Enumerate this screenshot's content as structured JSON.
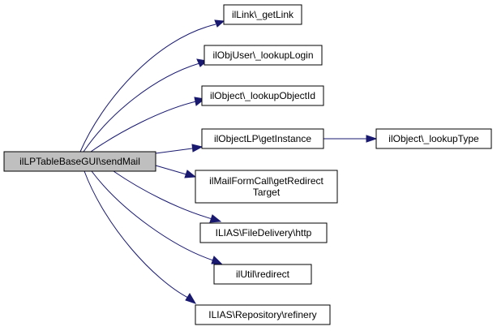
{
  "diagram": {
    "root": {
      "id": "root",
      "label": [
        "ilLPTableBaseGUI\\sendMail"
      ]
    },
    "nodes": [
      {
        "id": "getlink",
        "label": [
          "ilLink\\_getLink"
        ]
      },
      {
        "id": "lookuplogin",
        "label": [
          "ilObjUser\\_lookupLogin"
        ]
      },
      {
        "id": "lookupobjectid",
        "label": [
          "ilObject\\_lookupObjectId"
        ]
      },
      {
        "id": "getinstance",
        "label": [
          "ilObjectLP\\getInstance"
        ]
      },
      {
        "id": "lookuptype",
        "label": [
          "ilObject\\_lookupType"
        ]
      },
      {
        "id": "getredirect",
        "label": [
          "ilMailFormCall\\getRedirect",
          "Target"
        ]
      },
      {
        "id": "http",
        "label": [
          "ILIAS\\FileDelivery\\http"
        ]
      },
      {
        "id": "redirect",
        "label": [
          "ilUtil\\redirect"
        ]
      },
      {
        "id": "refinery",
        "label": [
          "ILIAS\\Repository\\refinery"
        ]
      }
    ],
    "edges": [
      {
        "from": "root",
        "to": "getlink"
      },
      {
        "from": "root",
        "to": "lookuplogin"
      },
      {
        "from": "root",
        "to": "lookupobjectid"
      },
      {
        "from": "root",
        "to": "getinstance"
      },
      {
        "from": "getinstance",
        "to": "lookuptype"
      },
      {
        "from": "root",
        "to": "getredirect"
      },
      {
        "from": "root",
        "to": "http"
      },
      {
        "from": "root",
        "to": "redirect"
      },
      {
        "from": "root",
        "to": "refinery"
      }
    ],
    "colors": {
      "edge": "#191970",
      "root_fill": "#bfbfbf",
      "node_fill": "#ffffff",
      "border": "#000000"
    }
  }
}
